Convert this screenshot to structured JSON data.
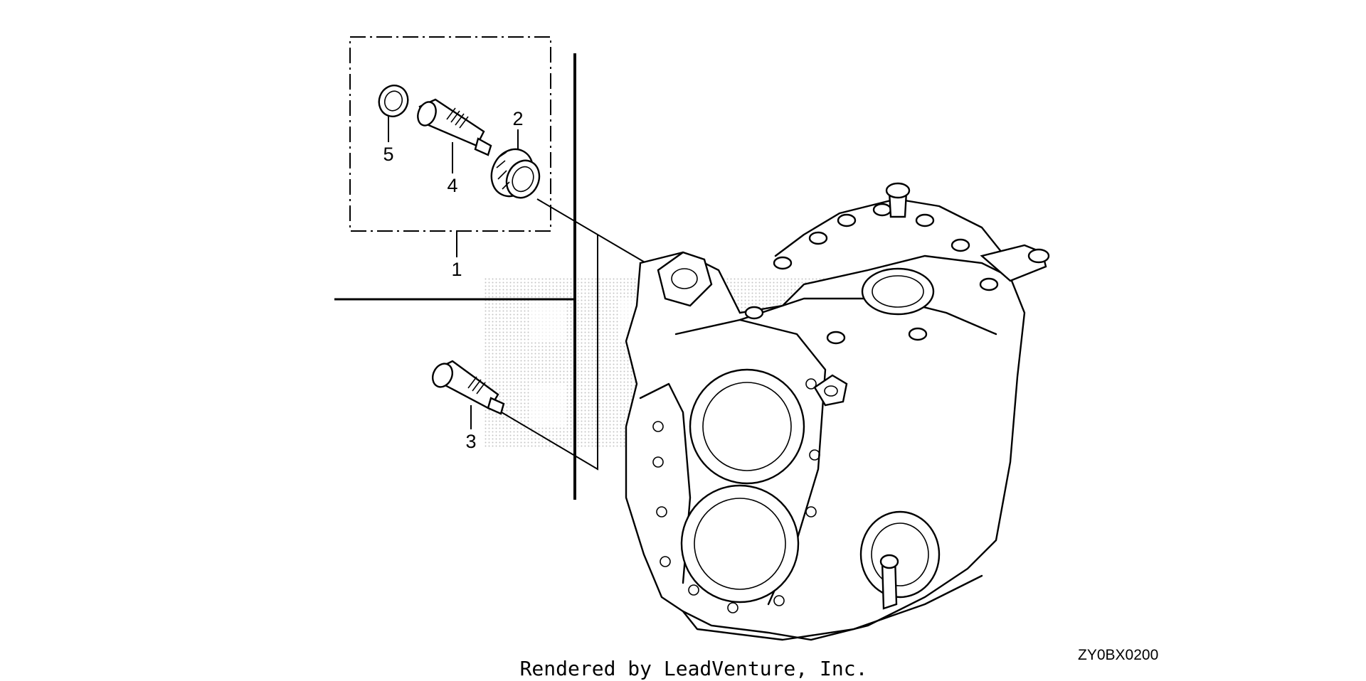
{
  "callouts": [
    "1",
    "2",
    "3",
    "4",
    "5"
  ],
  "diagram_code": "ZY0BX0200",
  "footer": "Rendered by LeadVenture, Inc."
}
